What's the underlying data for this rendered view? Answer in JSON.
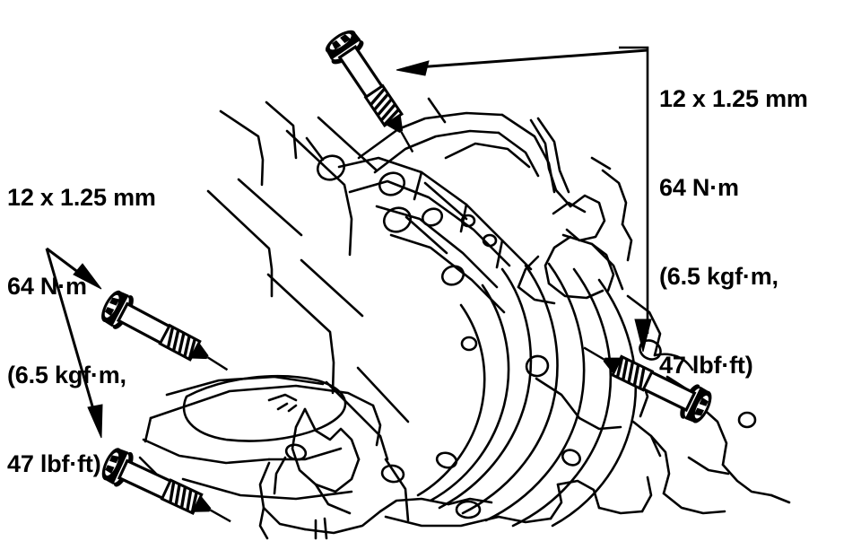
{
  "document": {
    "type": "automotive service manual illustration",
    "subject": "Engine to transmission mounting bolts",
    "line_color": "#000000",
    "background_color": "#ffffff"
  },
  "callouts": [
    {
      "id": "callout-left",
      "position": "left",
      "lines": [
        "12 x 1.25 mm",
        "64 N·m",
        "(6.5 kgf·m,",
        "47 lbf·ft)"
      ],
      "thread_size": "12 x 1.25 mm",
      "torque_nm": "64 N·m",
      "torque_kgfm": "(6.5 kgf·m,",
      "torque_lbfft": "47 lbf·ft)",
      "points_to": "two bolts at left of assembly"
    },
    {
      "id": "callout-right",
      "position": "right",
      "lines": [
        "12 x 1.25 mm",
        "64 N·m",
        "(6.5 kgf·m,",
        "47 lbf·ft)"
      ],
      "thread_size": "12 x 1.25 mm",
      "torque_nm": "64 N·m",
      "torque_kgfm": "(6.5 kgf·m,",
      "torque_lbfft": "47 lbf·ft)",
      "points_to": "two bolts at top and right of assembly"
    }
  ],
  "parts": [
    {
      "name": "flange-bolt-top",
      "description": "hex flange bolt, head upper-left, threads lower-right"
    },
    {
      "name": "flange-bolt-upper-left",
      "description": "hex flange bolt, head upper-left, threads lower-right"
    },
    {
      "name": "flange-bolt-lower-left",
      "description": "hex flange bolt, head upper-left, threads lower-right"
    },
    {
      "name": "flange-bolt-right",
      "description": "hex flange bolt, head lower-right, threads upper-left"
    },
    {
      "name": "engine-block",
      "description": "engine block with ribbed casting faces"
    },
    {
      "name": "transmission-bell-housing",
      "description": "curved bell housing flange with bolt holes"
    },
    {
      "name": "oil-pan",
      "description": "oil pan / lower casting at left"
    }
  ],
  "leaders": [
    {
      "name": "leader-top-bolt",
      "from": "right callout bracket",
      "to": "flange-bolt-top",
      "style": "horizontal arrow pointing left"
    },
    {
      "name": "leader-right-bolt",
      "from": "right callout bracket",
      "to": "flange-bolt-right",
      "style": "vertical arrow pointing down"
    },
    {
      "name": "leader-upper-left-bolt",
      "from": "left callout",
      "to": "flange-bolt-upper-left",
      "style": "diagonal arrow pointing down-right"
    },
    {
      "name": "leader-lower-left-bolt",
      "from": "left callout",
      "to": "flange-bolt-lower-left",
      "style": "diagonal arrow pointing down"
    }
  ]
}
